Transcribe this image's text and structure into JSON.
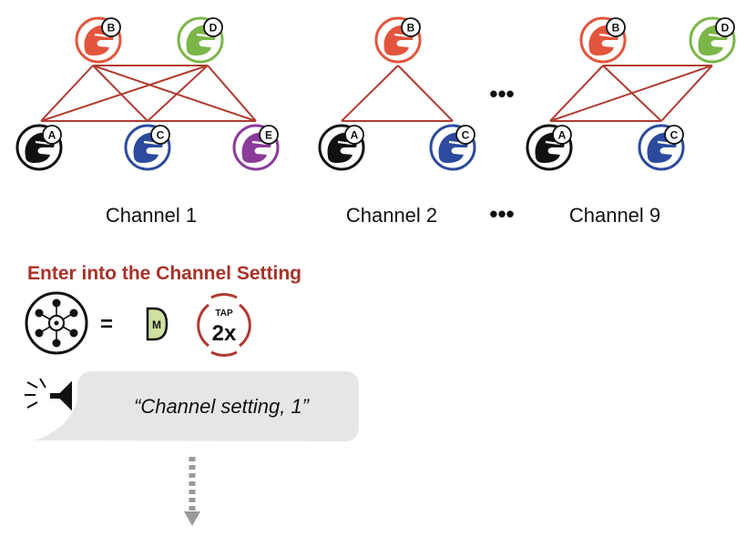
{
  "colors": {
    "link": "#b03a30",
    "heading": "#a83228",
    "rider_a": "#111111",
    "rider_b": "#e2553c",
    "rider_c": "#2c4a9e",
    "rider_d": "#7ab648",
    "rider_e": "#8a3a9a",
    "m_button": "#cfe0a0",
    "bubble": "#e6e6e6",
    "arrow": "#9a9a9a"
  },
  "channels": [
    {
      "label": "Channel 1",
      "riders": [
        {
          "letter": "B",
          "color": "rider_b"
        },
        {
          "letter": "D",
          "color": "rider_d"
        },
        {
          "letter": "A",
          "color": "rider_a"
        },
        {
          "letter": "C",
          "color": "rider_c"
        },
        {
          "letter": "E",
          "color": "rider_e"
        }
      ]
    },
    {
      "label": "Channel 2",
      "riders": [
        {
          "letter": "B",
          "color": "rider_b"
        },
        {
          "letter": "A",
          "color": "rider_a"
        },
        {
          "letter": "C",
          "color": "rider_c"
        }
      ]
    },
    {
      "label": "Channel 9",
      "riders": [
        {
          "letter": "B",
          "color": "rider_b"
        },
        {
          "letter": "D",
          "color": "rider_d"
        },
        {
          "letter": "A",
          "color": "rider_a"
        },
        {
          "letter": "C",
          "color": "rider_c"
        }
      ]
    }
  ],
  "ellipsis": "•••",
  "heading": "Enter into the Channel Setting",
  "equals": "=",
  "m_button_label": "M",
  "tap_label": "TAP",
  "tap_count": "2x",
  "voice_prompt": "“Channel setting, 1”",
  "icons": {
    "mesh": "mesh-intercom-icon",
    "m_button": "m-button-icon",
    "tap": "tap-twice-icon",
    "speaker": "speaker-icon",
    "arrow": "dashed-arrow-down-icon"
  }
}
